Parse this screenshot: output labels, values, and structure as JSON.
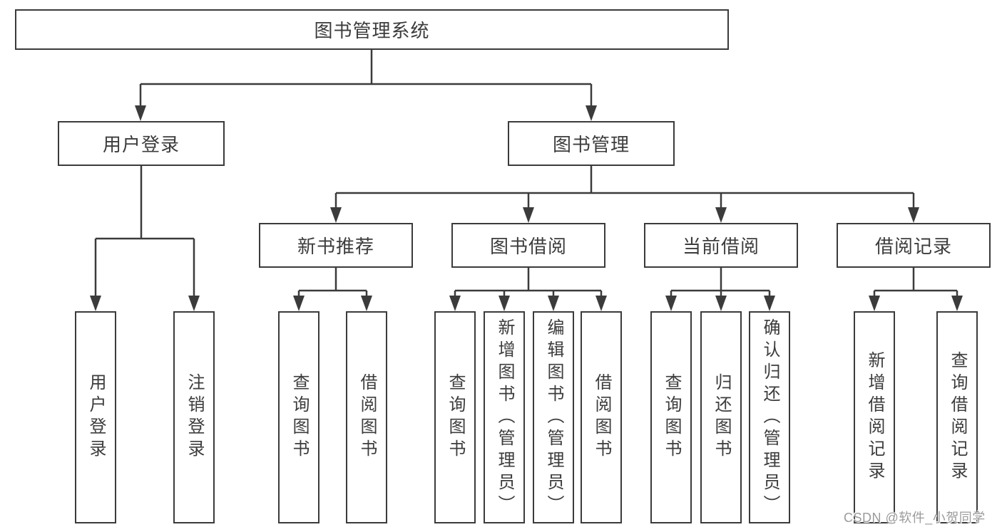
{
  "diagram_title": "图书管理系统",
  "nodes": {
    "root": "图书管理系统",
    "user_login": "用户登录",
    "book_management": "图书管理",
    "new_book_recommend": "新书推荐",
    "book_borrow": "图书借阅",
    "current_borrow": "当前借阅",
    "borrow_records": "借阅记录",
    "leaf_user_login": "用户登录",
    "leaf_logout": "注销登录",
    "leaf_query_book_1": "查询图书",
    "leaf_borrow_book_1": "借阅图书",
    "leaf_query_book_2": "查询图书",
    "leaf_add_book": "新增图书（管理员）",
    "leaf_edit_book": "编辑图书（管理员）",
    "leaf_borrow_book_2": "借阅图书",
    "leaf_query_book_3": "查询图书",
    "leaf_return_book": "归还图书",
    "leaf_confirm_return": "确认归还（管理员）",
    "leaf_add_borrow_record": "新增借阅记录",
    "leaf_query_borrow_record": "查询借阅记录"
  },
  "watermark": "CSDN @软件_小贺同学",
  "colors": {
    "line": "#3b3b3b",
    "text": "#3c3c3c",
    "box_background": "#ffffff",
    "watermark": "#9b9b9b"
  }
}
